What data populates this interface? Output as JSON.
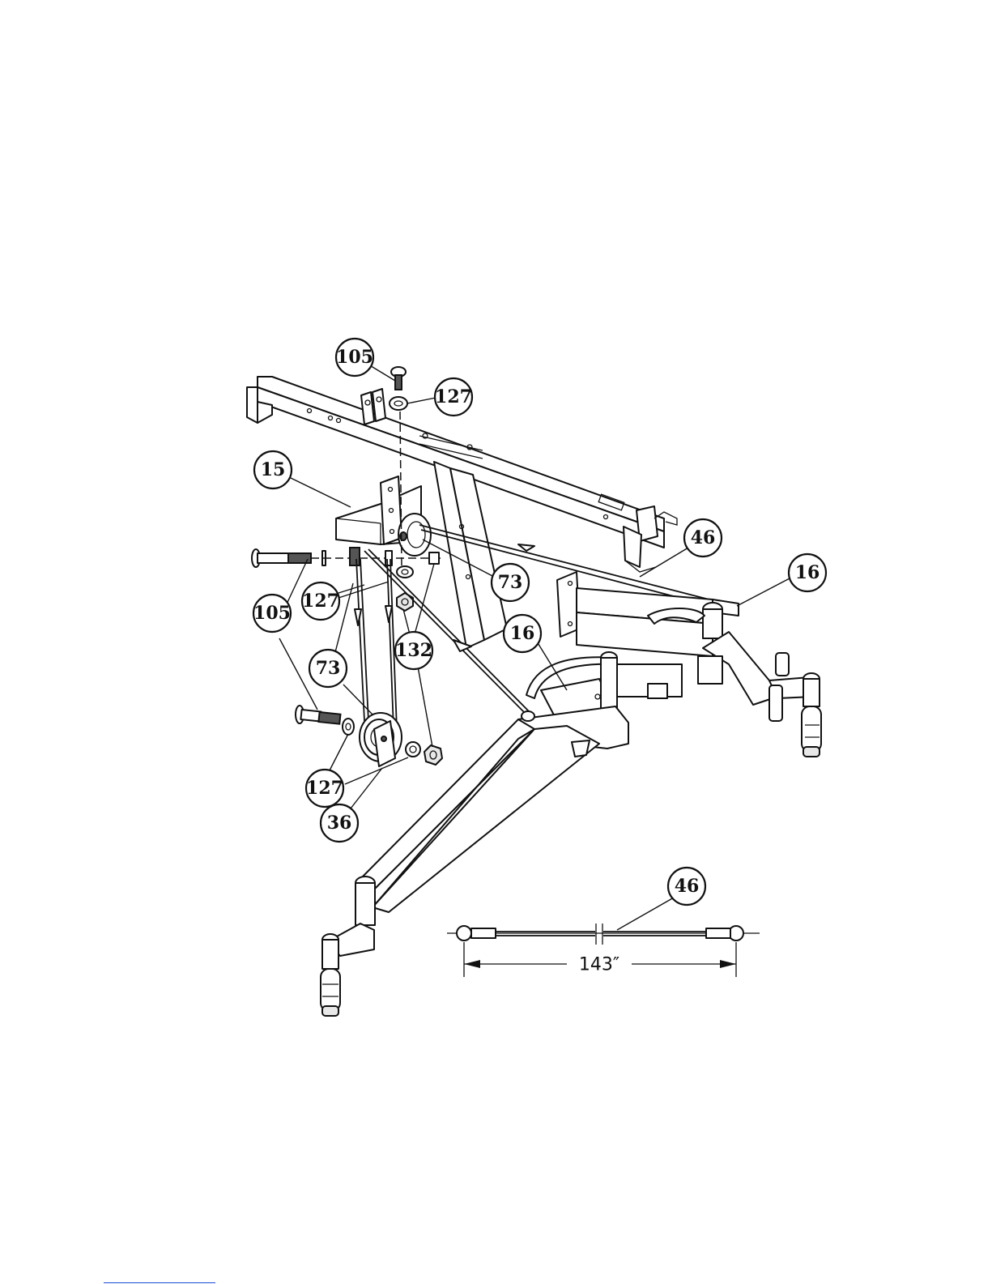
{
  "diagram": {
    "callouts": [
      {
        "id": "c-105-top",
        "label": "105"
      },
      {
        "id": "c-127-top",
        "label": "127"
      },
      {
        "id": "c-15",
        "label": "15"
      },
      {
        "id": "c-46-top",
        "label": "46"
      },
      {
        "id": "c-16-right",
        "label": "16"
      },
      {
        "id": "c-73-right",
        "label": "73"
      },
      {
        "id": "c-127-mid",
        "label": "127"
      },
      {
        "id": "c-105-left",
        "label": "105"
      },
      {
        "id": "c-132",
        "label": "132"
      },
      {
        "id": "c-16-mid",
        "label": "16"
      },
      {
        "id": "c-73-left",
        "label": "73"
      },
      {
        "id": "c-127-bottom",
        "label": "127"
      },
      {
        "id": "c-36",
        "label": "36"
      },
      {
        "id": "c-46-detail",
        "label": "46"
      }
    ],
    "cable_dimension": "143″"
  }
}
